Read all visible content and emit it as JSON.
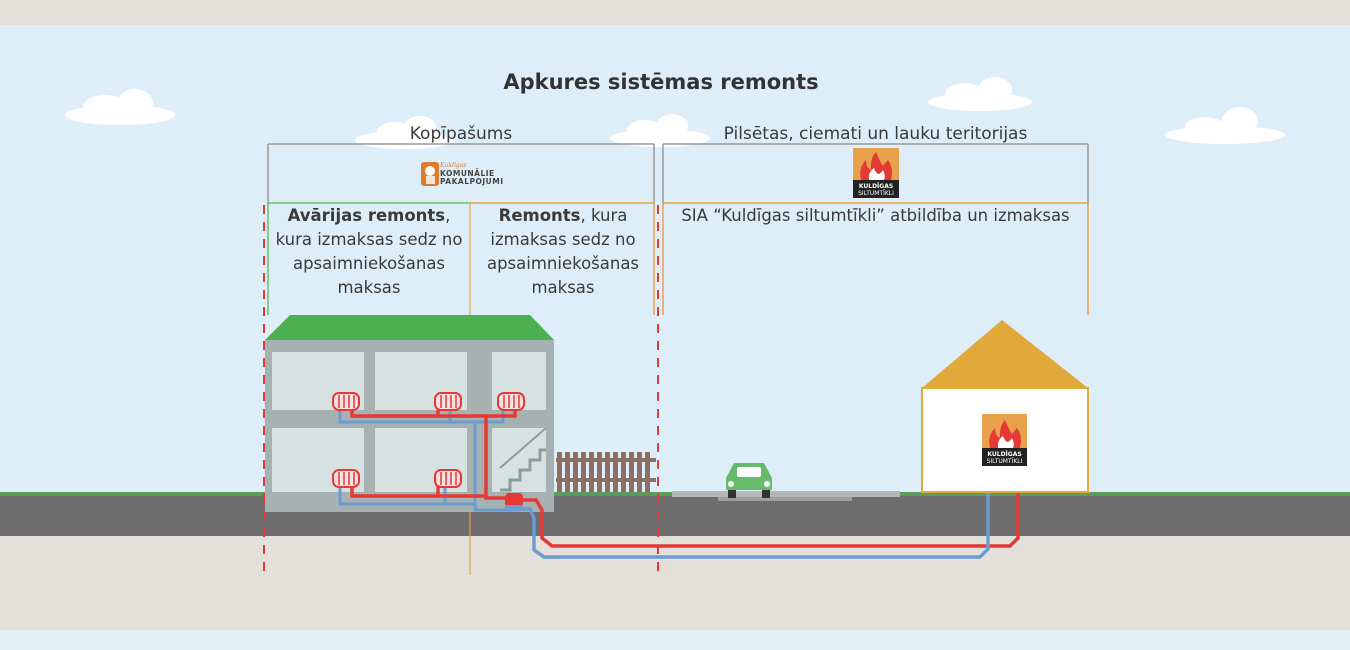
{
  "title": "Apkures sistēmas remonts",
  "sections": {
    "left": "Kopīpašums",
    "right": "Pilsētas, ciemati un lauku teritorijas"
  },
  "columns": {
    "a_bold": "Avārijas remonts",
    "a_rest": ", kura izmaksas sedz no apsaimniekošanas maksas",
    "b_bold": "Remonts",
    "b_rest": ", kura izmaksas sedz no apsaimniekošanas maksas",
    "c": "SIA “Kuldīgas siltumtīkli” atbildība un izmaksas"
  },
  "logos": {
    "km_small": "Kuldīgas",
    "km_line1": "KOMUNĀLIE",
    "km_line2": "PAKALPOJUMI",
    "ks_line1": "KULDĪGAS",
    "ks_line2": "SILTUMTĪKLI"
  },
  "colors": {
    "sky": "#e2f0f7",
    "pipe_hot": "#e53935",
    "pipe_cold": "#6a9bd1",
    "roof_green": "#4caf50",
    "roof_house": "#e0a93a",
    "road": "#6d6d6d",
    "grass": "#5e9a5a",
    "ground": "#e3dfdb",
    "line_green": "#6bbf6b",
    "line_orange": "#e8a04a",
    "line_gray": "#9a9a9a"
  }
}
